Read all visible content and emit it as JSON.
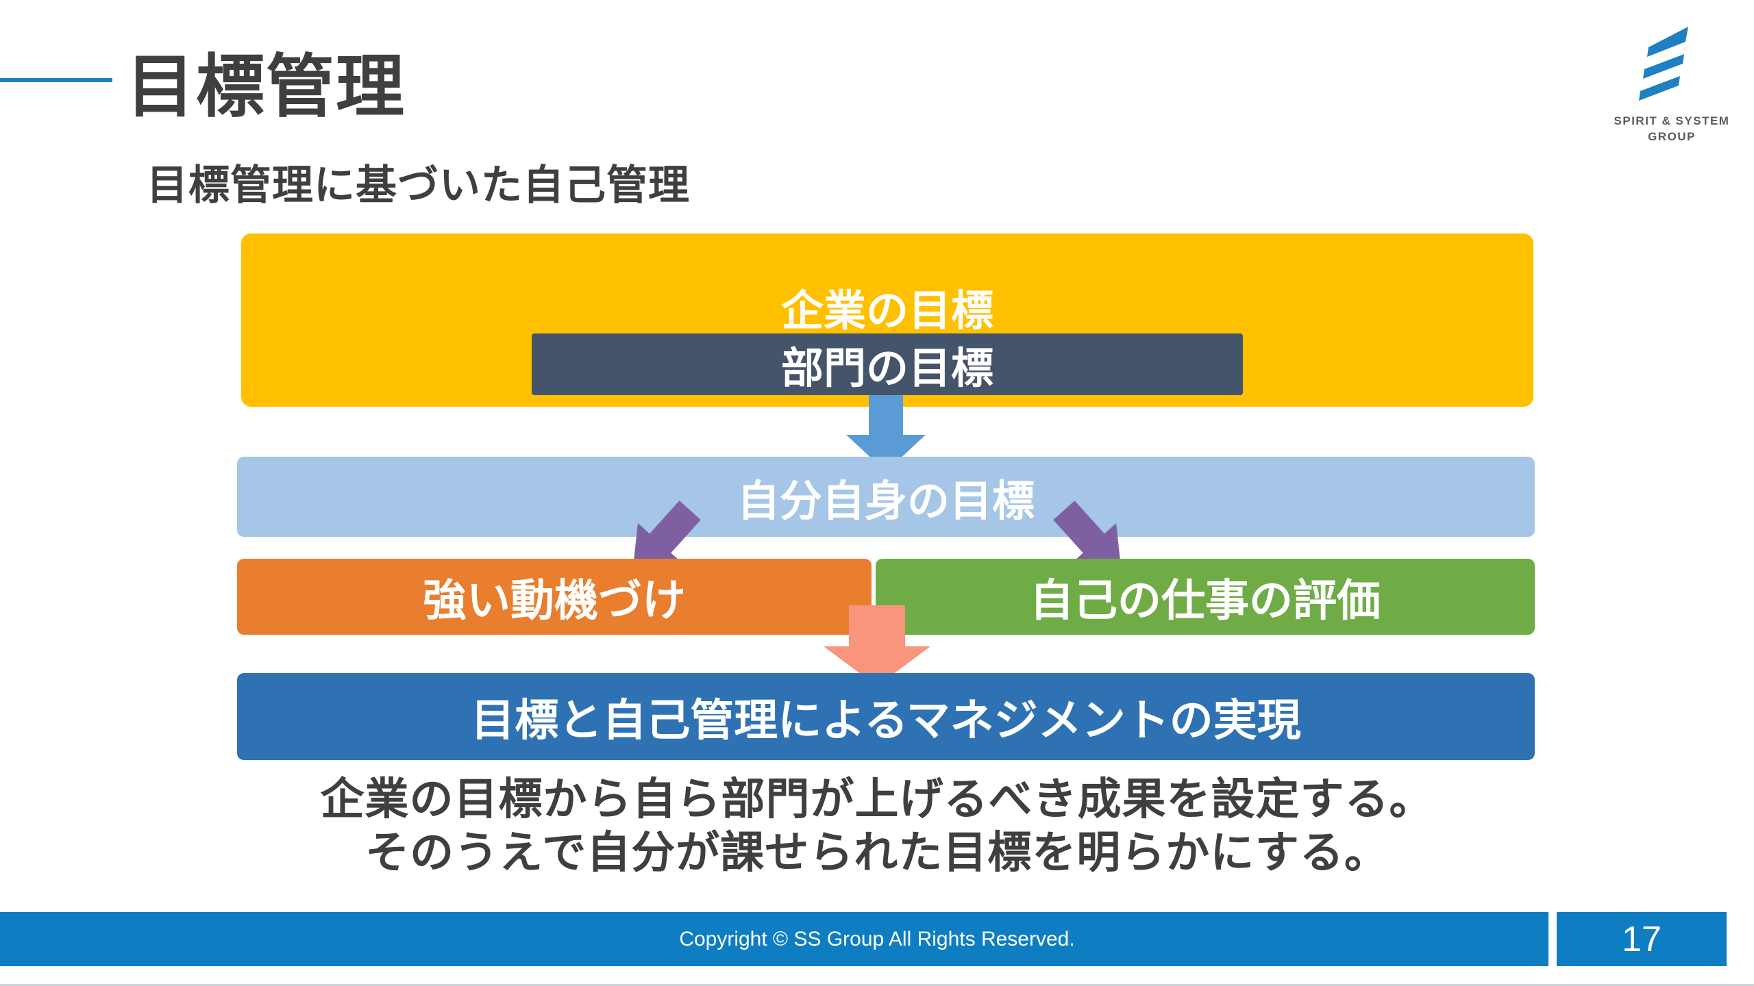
{
  "slide": {
    "title": "目標管理",
    "subtitle": "目標管理に基づいた自己管理",
    "copyright": "Copyright © SS Group All Rights Reserved.",
    "page_number": "17"
  },
  "logo": {
    "line1": "SPIRIT & SYSTEM",
    "line2": "GROUP"
  },
  "diagram": {
    "company_goal": "企業の目標",
    "department_goal": "部門の目標",
    "self_goal": "自分自身の目標",
    "motivation": "強い動機づけ",
    "evaluation": "自己の仕事の評価",
    "result": "目標と自己管理によるマネジメントの実現"
  },
  "summary": {
    "line1": "企業の目標から自ら部門が上げるべき成果を設定する。",
    "line2": "そのうえで自分が課せられた目標を明らかにする。"
  },
  "colors": {
    "accent_blue": "#0E7DC1",
    "title_text": "#3F3F3F",
    "company_goal_box": "#FFC000",
    "department_goal_box": "#44546A",
    "down_arrow_blue": "#5B9BD5",
    "self_goal_box": "#A5C6E6",
    "diverge_arrow_purple": "#7E60A2",
    "motivation_box": "#E87E2E",
    "evaluation_box": "#6FAC46",
    "merge_arrow_salmon": "#F9947D",
    "result_box": "#2F72B4",
    "footer_bar": "#0E7DC1"
  }
}
